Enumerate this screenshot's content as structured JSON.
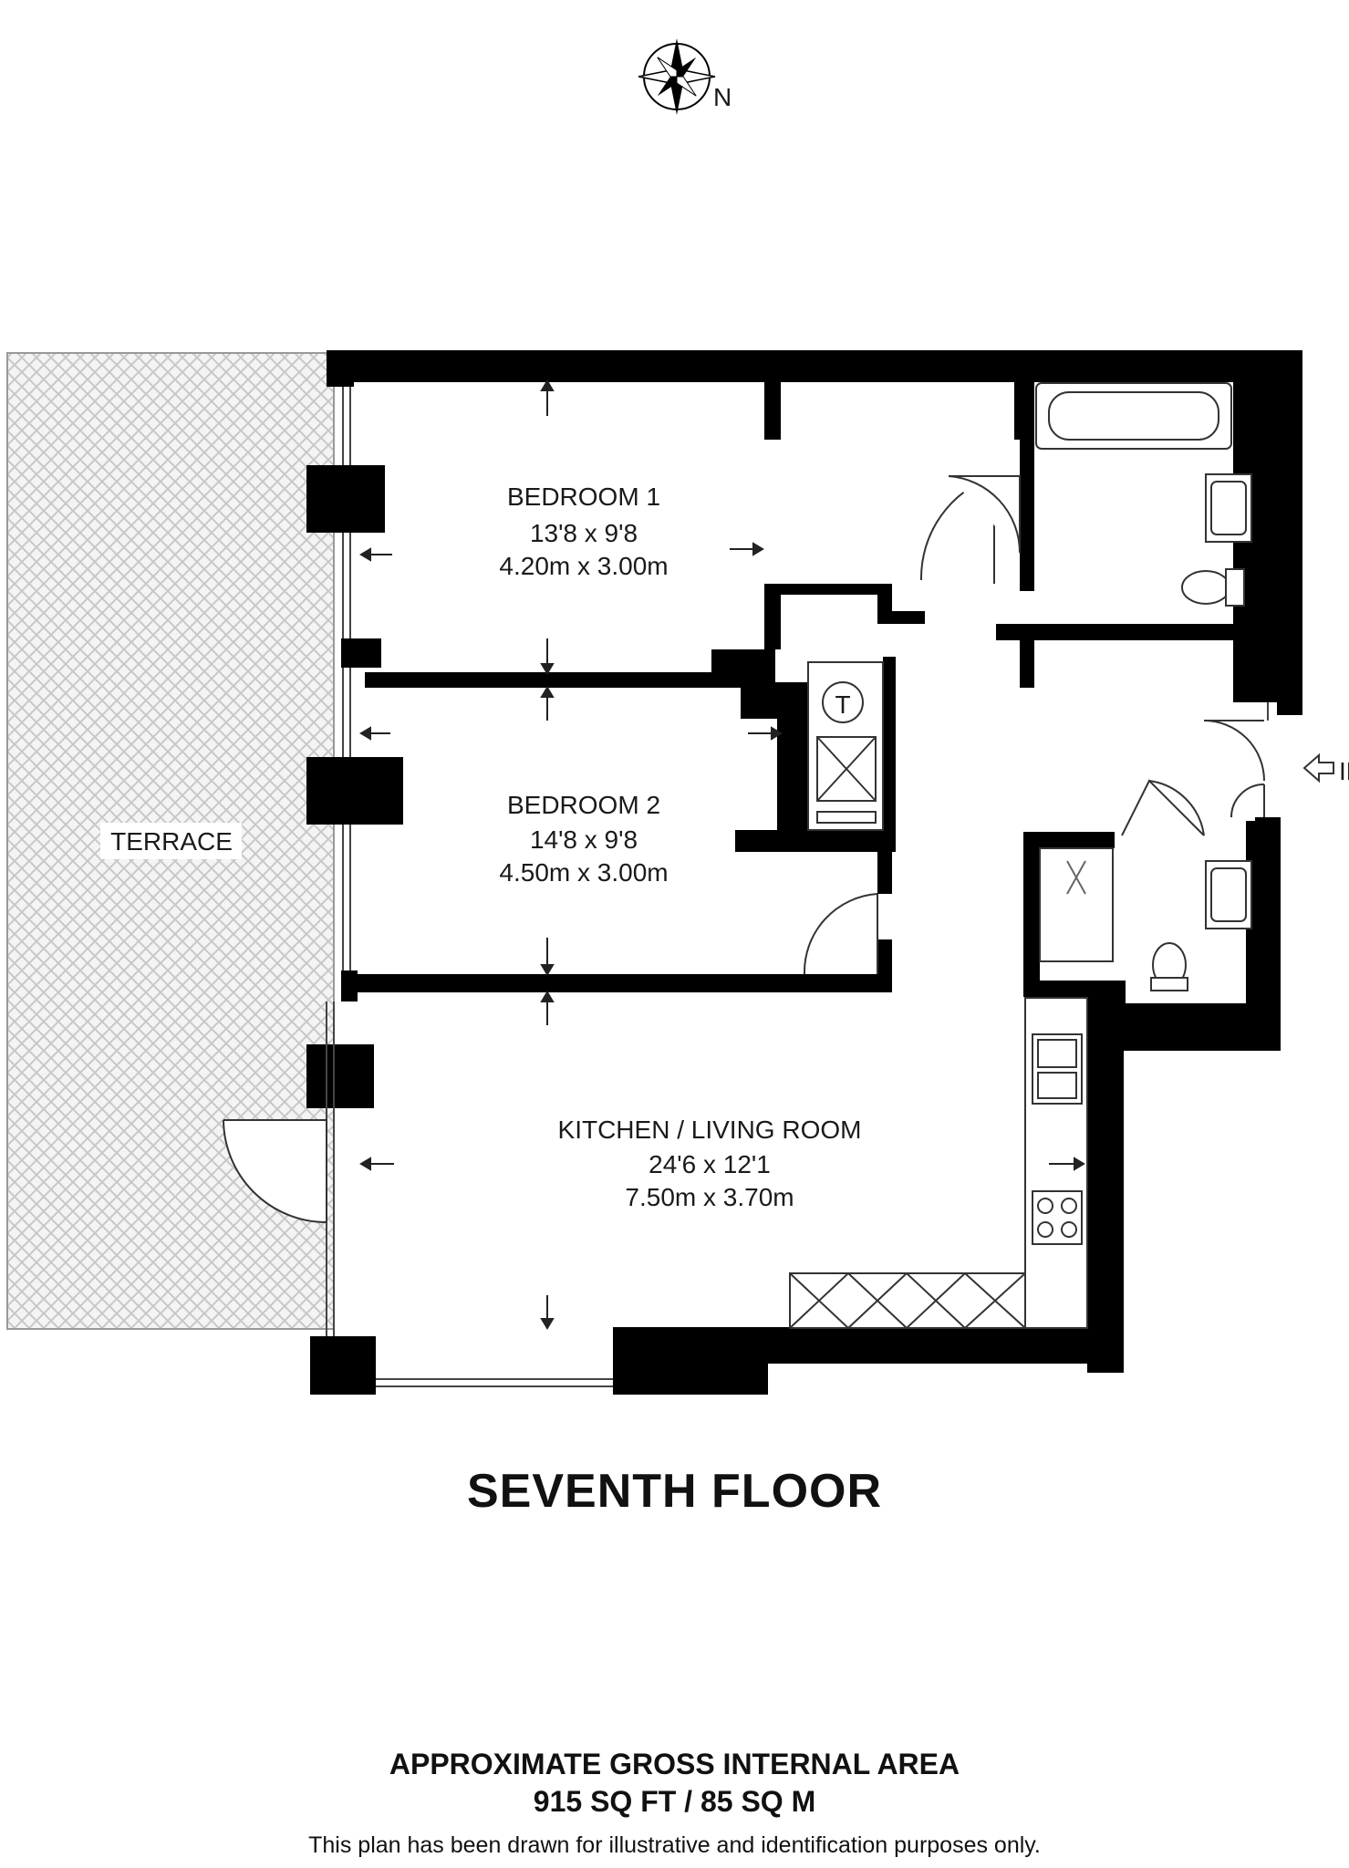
{
  "compass": {
    "north_label": "N",
    "icon": "compass-rose-icon"
  },
  "entrance": {
    "label": "IN",
    "icon": "entrance-arrow-icon"
  },
  "rooms": [
    {
      "name": "BEDROOM 1",
      "imperial": "13'8 x 9'8",
      "metric": "4.20m x 3.00m"
    },
    {
      "name": "BEDROOM 2",
      "imperial": "14'8 x 9'8",
      "metric": "4.50m x 3.00m"
    },
    {
      "name": "KITCHEN / LIVING ROOM",
      "imperial": "24'6 x 12'1",
      "metric": "7.50m x 3.70m"
    }
  ],
  "terrace": {
    "label": "TERRACE"
  },
  "cupboard": {
    "label": "T"
  },
  "floor_title": "SEVENTH FLOOR",
  "area": {
    "title": "APPROXIMATE GROSS INTERNAL AREA",
    "value": "915 SQ FT / 85 SQ M"
  },
  "disclaimer": "This plan has been drawn for illustrative and identification purposes only.",
  "colors": {
    "wall": "#000000",
    "terrace_hatch": "#c8c8c8",
    "fixture_line": "#333333"
  }
}
